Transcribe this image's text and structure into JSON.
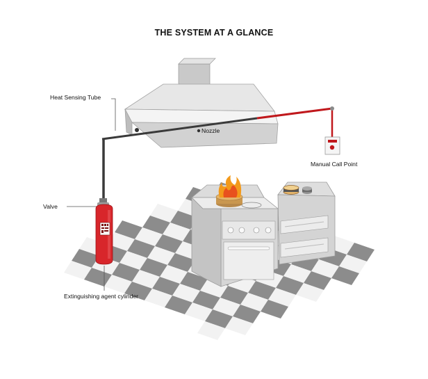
{
  "title": "THE SYSTEM AT A GLANCE",
  "labels": {
    "heat_sensing_tube": "Heat Sensing Tube",
    "nozzle": "Nozzle",
    "manual_call_point": "Manual Call Point",
    "valve": "Valve",
    "extinguishing_agent_cylinder": "Extinguishing agent cylinder"
  },
  "colors": {
    "tube_black": "#3a3a3a",
    "tube_red": "#c0181c",
    "cylinder_red": "#d8262b",
    "hood_grey": "#d9d9d9",
    "floor_dark": "#8c8c8c",
    "floor_light": "#f2f2f2"
  }
}
